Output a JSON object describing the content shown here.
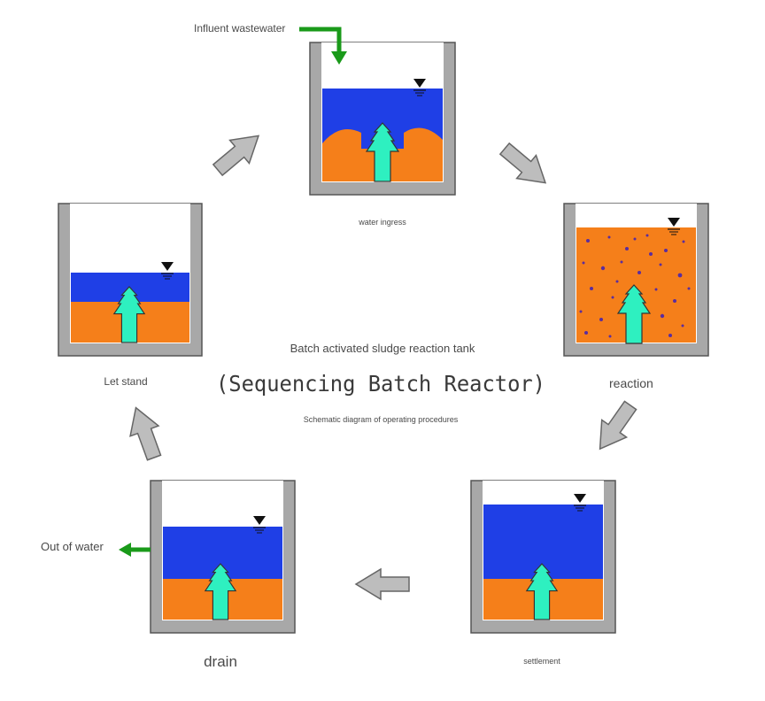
{
  "title_line1": "Batch activated sludge reaction tank",
  "title_line2": "(Sequencing Batch Reactor)",
  "subtitle": "Schematic diagram of operating procedures",
  "labels": {
    "influent": "Influent wastewater",
    "water_ingress": "water ingress",
    "reaction": "reaction",
    "settlement": "settlement",
    "drain": "drain",
    "out_of_water": "Out of water",
    "let_stand": "Let stand"
  },
  "colors": {
    "water": "#1f3fe6",
    "sludge": "#f57f1a",
    "aerator": "#2ef0c0",
    "tank_wall": "#a8a8a8",
    "tank_outline": "#555555",
    "flow_arrow": "#1a9a1a",
    "cycle_arrow": "#bdbdbd",
    "particle": "#5a2d9e"
  },
  "icons": {
    "water_level": "water-level-triangle-icon",
    "aerator": "aerator-diffuser-icon",
    "cycle": "process-arrow-icon"
  }
}
